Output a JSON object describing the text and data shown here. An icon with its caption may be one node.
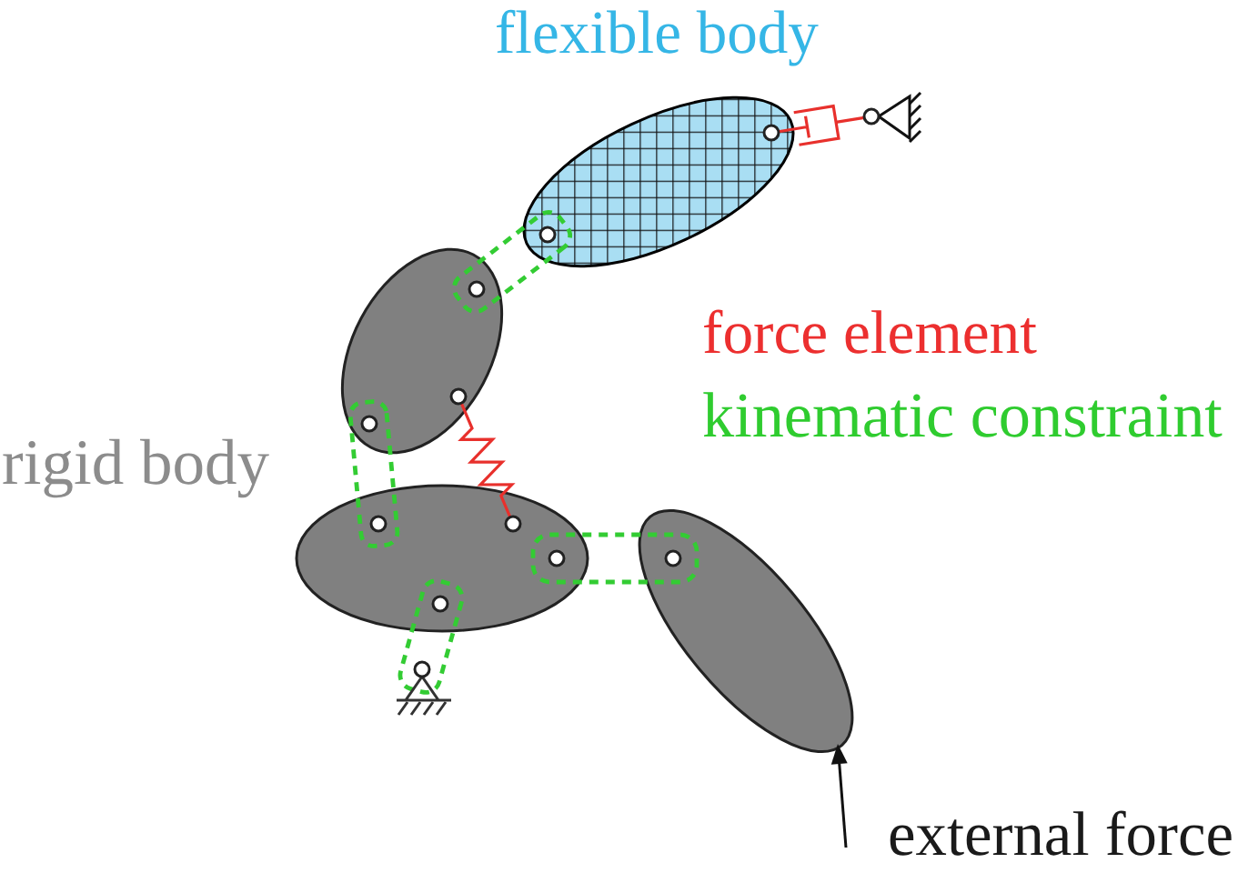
{
  "diagram": {
    "labels": [
      "flexible body",
      "force element",
      "kinematic constraint",
      "rigid body",
      "external force"
    ]
  }
}
